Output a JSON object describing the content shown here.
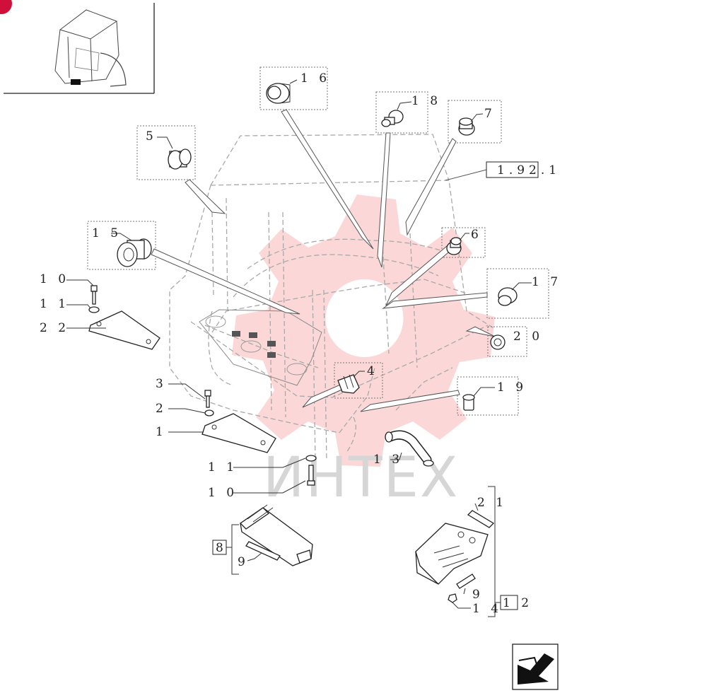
{
  "diagram": {
    "reference_label": "1.92.1",
    "watermark": "ИНТЕХ",
    "callouts": [
      {
        "id": "16",
        "text": "1 6"
      },
      {
        "id": "18",
        "text": "1 8"
      },
      {
        "id": "7",
        "text": "7"
      },
      {
        "id": "5",
        "text": "5"
      },
      {
        "id": "15",
        "text": "1 5"
      },
      {
        "id": "6",
        "text": "6"
      },
      {
        "id": "17",
        "text": "1 7"
      },
      {
        "id": "20",
        "text": "2 0"
      },
      {
        "id": "10a",
        "text": "1 0"
      },
      {
        "id": "11a",
        "text": "1 1"
      },
      {
        "id": "22",
        "text": "2 2"
      },
      {
        "id": "4",
        "text": "4"
      },
      {
        "id": "19",
        "text": "1 9"
      },
      {
        "id": "3",
        "text": "3"
      },
      {
        "id": "2",
        "text": "2"
      },
      {
        "id": "1",
        "text": "1"
      },
      {
        "id": "13",
        "text": "1 3"
      },
      {
        "id": "11b",
        "text": "1 1"
      },
      {
        "id": "10b",
        "text": "1 0"
      },
      {
        "id": "8",
        "text": "8"
      },
      {
        "id": "9a",
        "text": "9"
      },
      {
        "id": "21",
        "text": "2 1"
      },
      {
        "id": "9b",
        "text": "9"
      },
      {
        "id": "14",
        "text": "1 4"
      },
      {
        "id": "12",
        "text": "1 2"
      }
    ]
  }
}
